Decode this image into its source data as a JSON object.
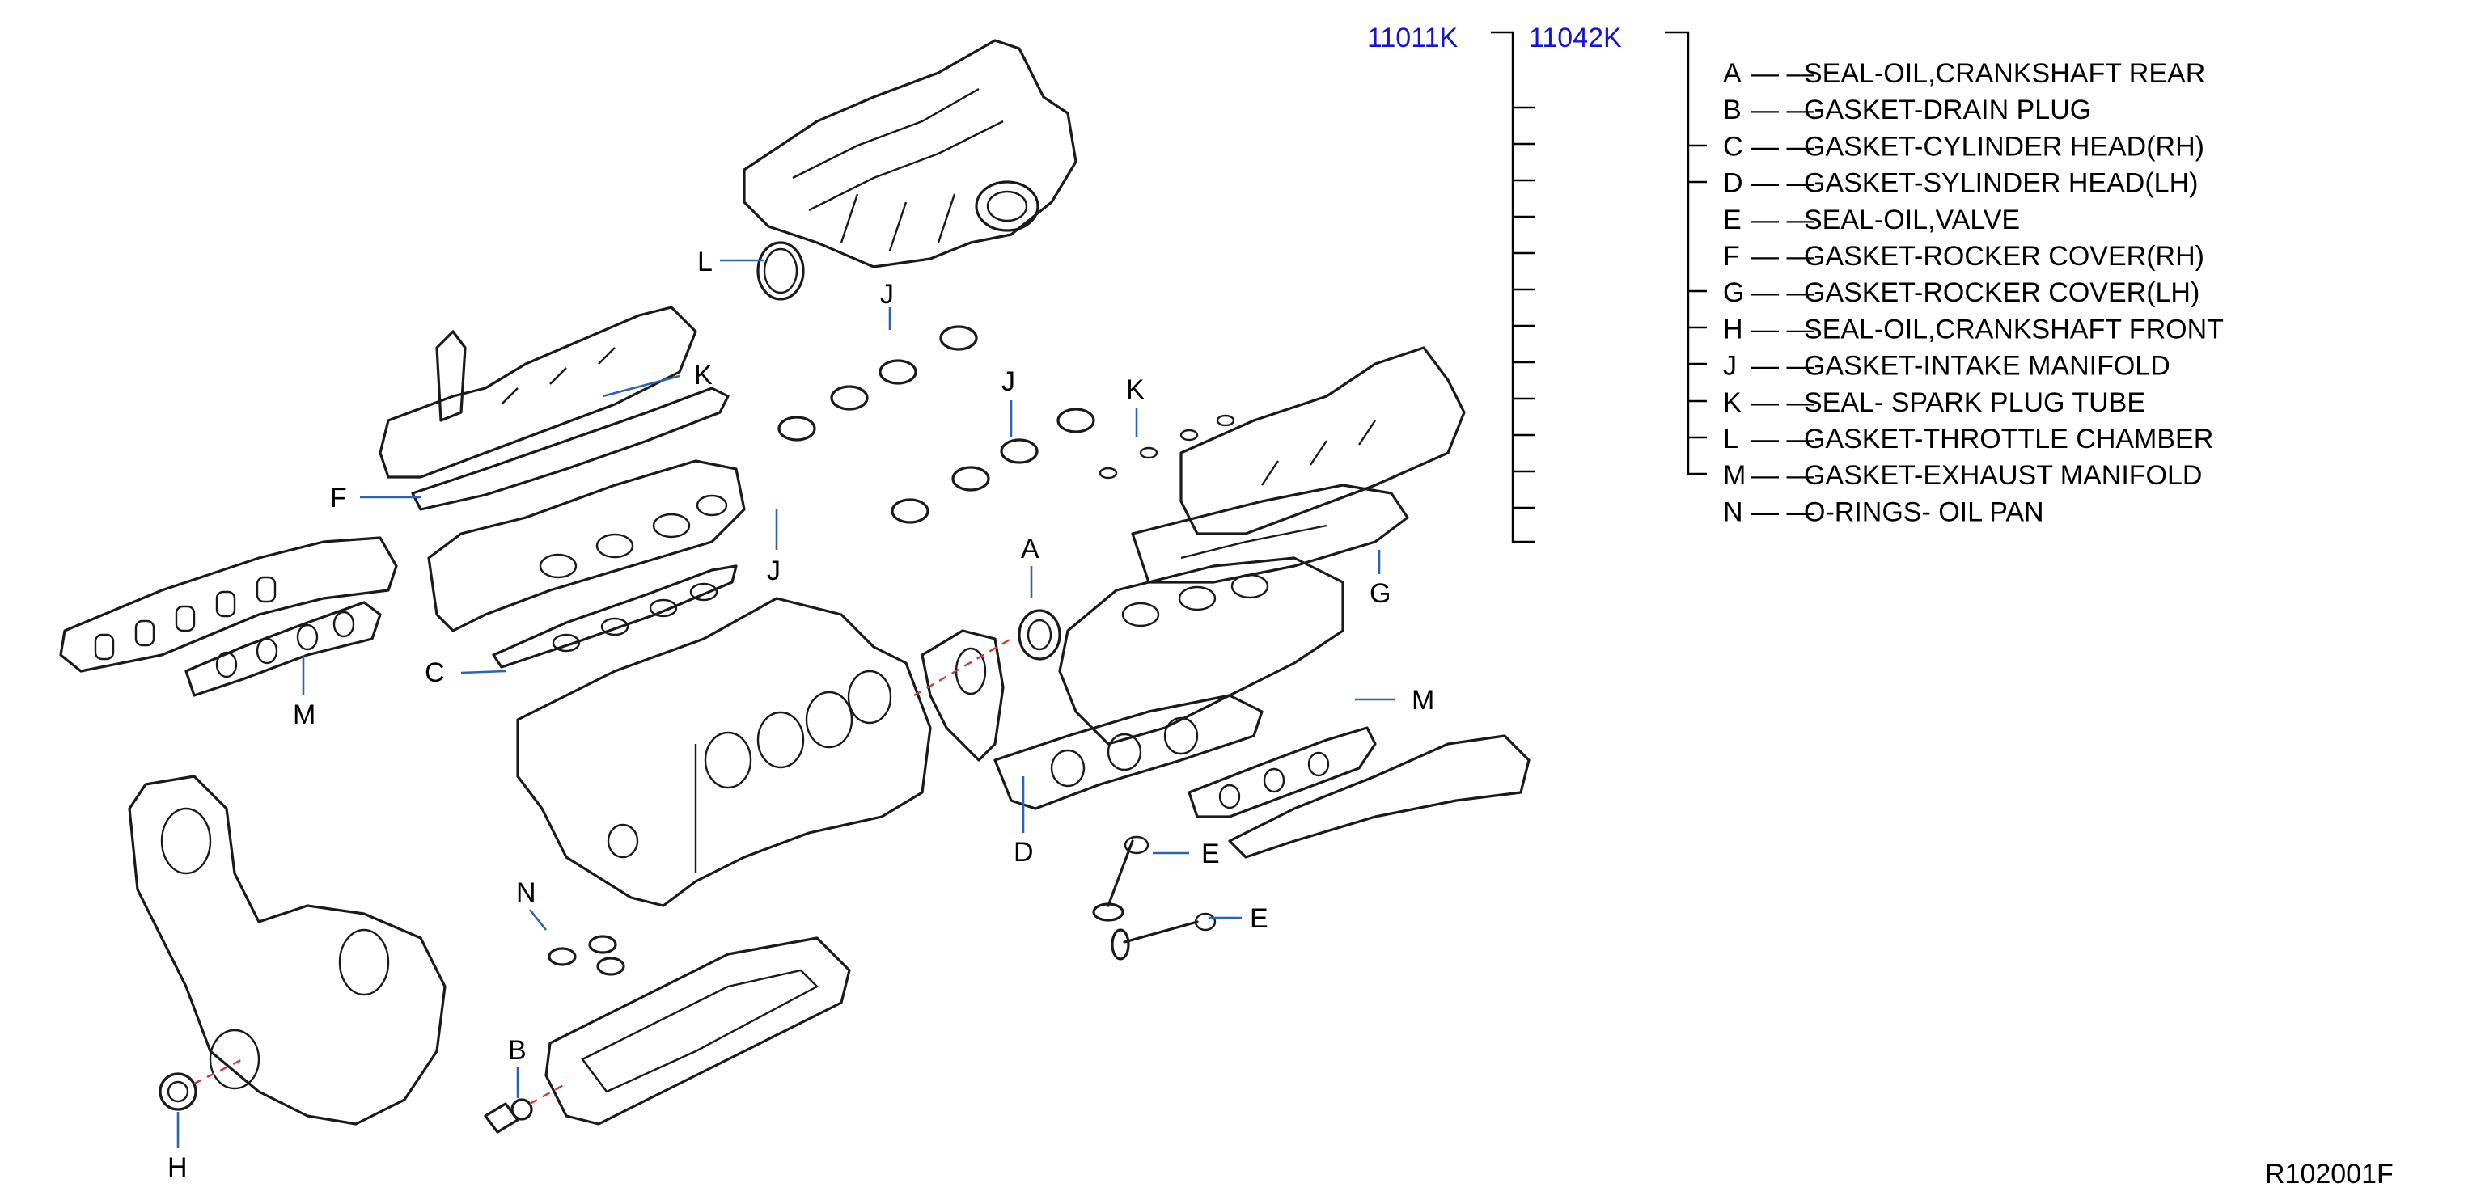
{
  "part_codes": {
    "primary": "11011K",
    "secondary": "11042K"
  },
  "legend": [
    {
      "key": "A",
      "sep": "— —",
      "desc": "SEAL-OIL,CRANKSHAFT  REAR"
    },
    {
      "key": "B",
      "sep": "— —",
      "desc": "GASKET-DRAIN  PLUG"
    },
    {
      "key": "C",
      "sep": "— —",
      "desc": "GASKET-CYLINDER  HEAD(RH)"
    },
    {
      "key": "D",
      "sep": "— —",
      "desc": "GASKET-SYLINDER  HEAD(LH)"
    },
    {
      "key": "E",
      "sep": "— —",
      "desc": "SEAL-OIL,VALVE"
    },
    {
      "key": "F",
      "sep": "— —",
      "desc": "GASKET-ROCKER  COVER(RH)"
    },
    {
      "key": "G",
      "sep": "— —",
      "desc": "GASKET-ROCKER  COVER(LH)"
    },
    {
      "key": "H",
      "sep": "— —",
      "desc": "SEAL-OIL,CRANKSHAFT  FRONT"
    },
    {
      "key": "J",
      "sep": "— —",
      "desc": "GASKET-INTAKE  MANIFOLD"
    },
    {
      "key": "K",
      "sep": "— —",
      "desc": "SEAL-  SPARK  PLUG  TUBE"
    },
    {
      "key": "L",
      "sep": "— —",
      "desc": "GASKET-THROTTLE  CHAMBER"
    },
    {
      "key": "M",
      "sep": "— —",
      "desc": "GASKET-EXHAUST  MANIFOLD"
    },
    {
      "key": "N",
      "sep": "— —",
      "desc": "O-RINGS-  OIL  PAN"
    }
  ],
  "callouts": {
    "A": "A",
    "B": "B",
    "C": "C",
    "D": "D",
    "E1": "E",
    "E2": "E",
    "F": "F",
    "G": "G",
    "H": "H",
    "J1": "J",
    "J2": "J",
    "J3": "J",
    "K1": "K",
    "K2": "K",
    "L": "L",
    "M1": "M",
    "M2": "M",
    "N": "N"
  },
  "reference": "R102001F"
}
